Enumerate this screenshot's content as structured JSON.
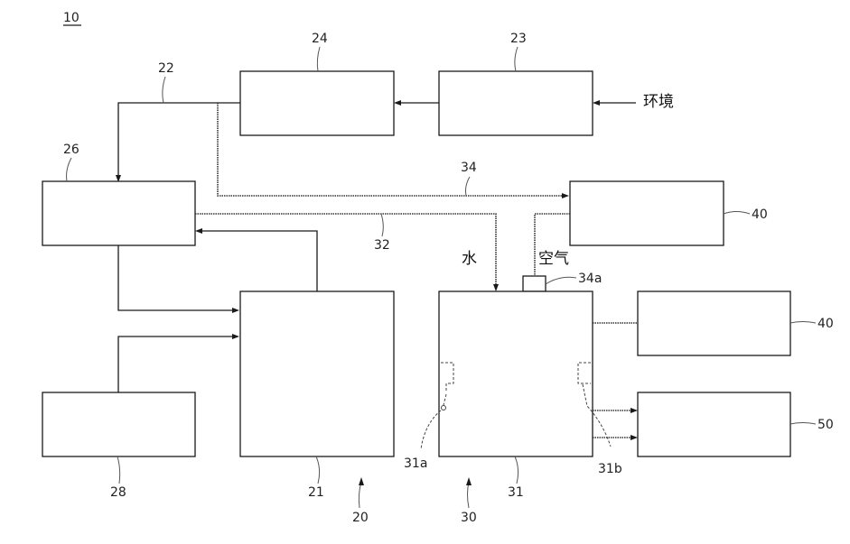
{
  "figure": {
    "system_ref": "10"
  },
  "blocks": [
    {
      "id": "24",
      "ref": "24"
    },
    {
      "id": "23",
      "ref": "23"
    },
    {
      "id": "26",
      "ref": "26"
    },
    {
      "id": "21",
      "ref": "21"
    },
    {
      "id": "28",
      "ref": "28"
    },
    {
      "id": "31",
      "ref": "31"
    },
    {
      "id": "40a",
      "ref": "40"
    },
    {
      "id": "40b",
      "ref": "40"
    },
    {
      "id": "50",
      "ref": "50"
    }
  ],
  "refs": {
    "line_22": "22",
    "line_32": "32",
    "line_34": "34",
    "valve_34a": "34a",
    "sensor_31a": "31a",
    "sensor_31b": "31b",
    "group_20": "20",
    "group_30": "30"
  },
  "labels": {
    "environment": "环境",
    "water": "水",
    "air": "空气"
  }
}
